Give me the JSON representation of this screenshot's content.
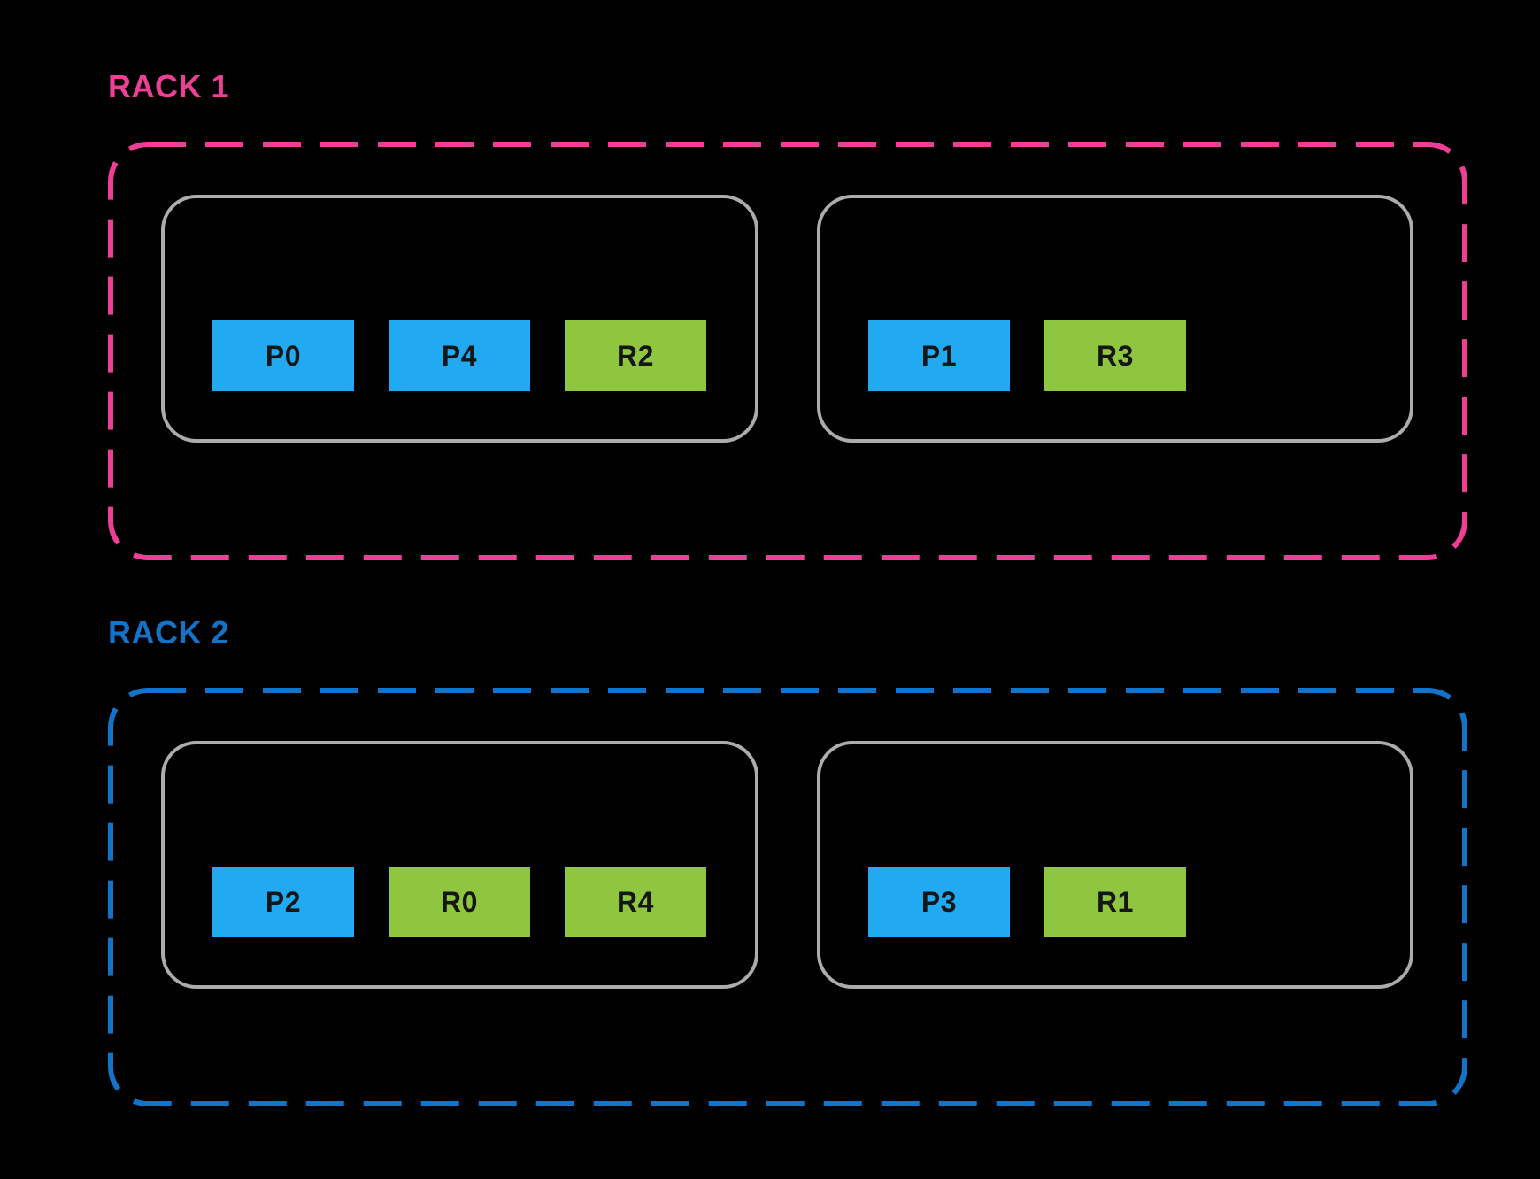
{
  "colors": {
    "background": "#000000",
    "rack1_accent": "#EE3F96",
    "rack2_accent": "#1273C8",
    "host_border": "#ACACAC",
    "chip_blue": "#21A9F1",
    "chip_green": "#8EC63F",
    "chip_text": "#161616"
  },
  "racks": [
    {
      "label": "RACK 1",
      "accent": "#EE3F96",
      "hosts": [
        {
          "chips": [
            {
              "label": "P0",
              "color": "blue"
            },
            {
              "label": "P4",
              "color": "blue"
            },
            {
              "label": "R2",
              "color": "green"
            }
          ]
        },
        {
          "chips": [
            {
              "label": "P1",
              "color": "blue"
            },
            {
              "label": "R3",
              "color": "green"
            }
          ]
        }
      ]
    },
    {
      "label": "RACK 2",
      "accent": "#1273C8",
      "hosts": [
        {
          "chips": [
            {
              "label": "P2",
              "color": "blue"
            },
            {
              "label": "R0",
              "color": "green"
            },
            {
              "label": "R4",
              "color": "green"
            }
          ]
        },
        {
          "chips": [
            {
              "label": "P3",
              "color": "blue"
            },
            {
              "label": "R1",
              "color": "green"
            }
          ]
        }
      ]
    }
  ]
}
